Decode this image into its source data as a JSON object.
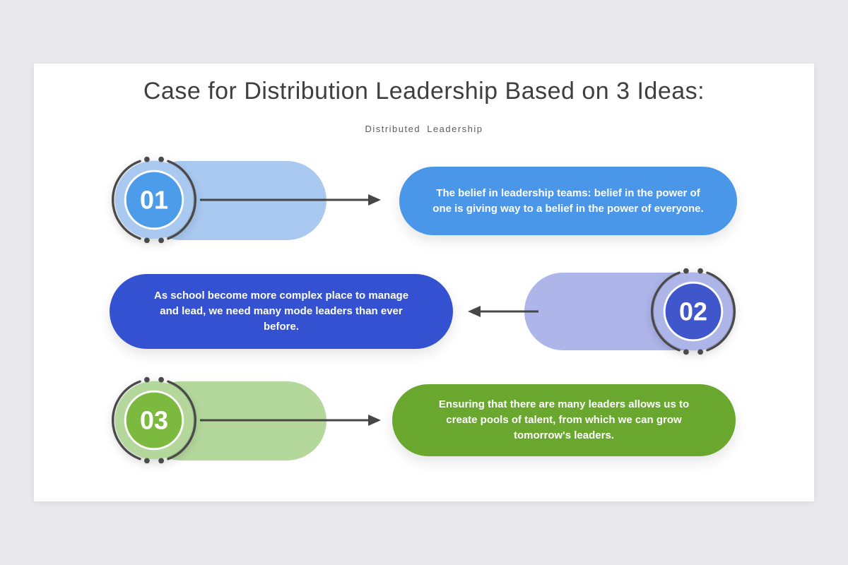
{
  "header": {
    "title": "Case for Distribution Leadership Based on 3 Ideas:",
    "subtitle": "Distributed Leadership"
  },
  "items": [
    {
      "number": "01",
      "text": "The belief in leadership teams: belief in the power of one is giving way to a belief in the power of everyone.",
      "colors": {
        "badge": "#4d9ce9",
        "tint": "#a9c9f1",
        "pill": "#4a97e9"
      }
    },
    {
      "number": "02",
      "text": "As school become more complex place to manage and lead, we need many mode leaders than ever before.",
      "colors": {
        "badge": "#4056cb",
        "tint": "#adb5e9",
        "pill": "#3351d0"
      }
    },
    {
      "number": "03",
      "text": "Ensuring that there are many leaders allows us to create pools of talent, from which we can grow tomorrow's leaders.",
      "colors": {
        "badge": "#7cb93f",
        "tint": "#b4d89c",
        "pill": "#6aa72f"
      }
    }
  ],
  "colors": {
    "arrow": "#474747",
    "title_text": "#3f3f3f",
    "background": "#e9e9eb",
    "card": "#ffffff"
  }
}
